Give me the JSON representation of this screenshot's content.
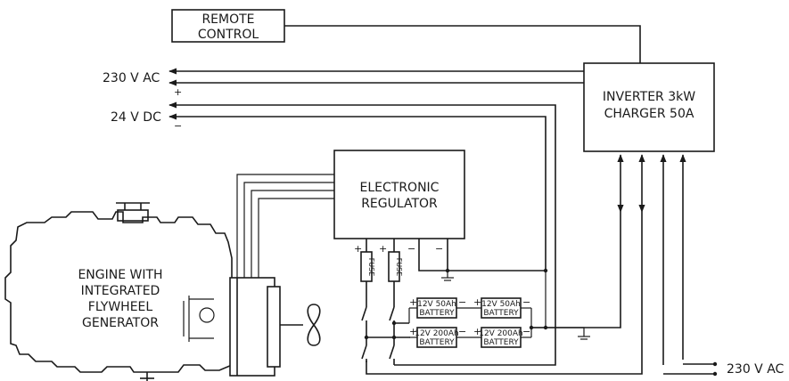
{
  "blocks": {
    "remote": [
      "REMOTE",
      "CONTROL"
    ],
    "inverter": [
      "INVERTER 3kW",
      "CHARGER 50A"
    ],
    "regulator": [
      "ELECTRONIC",
      "REGULATOR"
    ],
    "engine": [
      "ENGINE WITH",
      "INTEGRATED",
      "FLYWHEEL",
      "GENERATOR"
    ]
  },
  "outputs": {
    "ac_out": "230 V AC",
    "dc_out": "24 V DC",
    "ac_in": "230 V AC"
  },
  "polarity": {
    "plus": "+",
    "minus": "−"
  },
  "fuse_label": "FUSE",
  "batteries": {
    "top_left": [
      "12V 50Ah",
      "BATTERY"
    ],
    "top_right": [
      "12V 50Ah",
      "BATTERY"
    ],
    "bottom_left": [
      "12V 200Ah",
      "BATTERY"
    ],
    "bottom_right": [
      "12V 200Ah",
      "BATTERY"
    ]
  }
}
